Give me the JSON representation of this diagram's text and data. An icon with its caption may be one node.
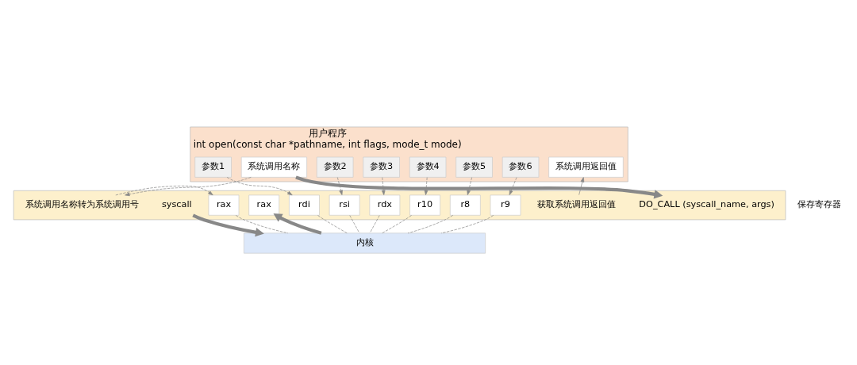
{
  "diagram": {
    "nodes": [
      {
        "text": [
          "用户程序",
          "int open(const char *pathname, int flags, mode_t mode)"
        ]
      },
      {
        "text": [
          "系统调用名称"
        ],
        "in": 0
      },
      {
        "text": [
          "参数1"
        ],
        "in": 0
      },
      {
        "text": [
          "参数2"
        ],
        "in": 0
      },
      {
        "text": [
          "参数3"
        ],
        "in": 0
      },
      {
        "text": [
          "参数4"
        ],
        "in": 0
      },
      {
        "text": [
          "参数5"
        ],
        "in": 0
      },
      {
        "text": [
          "参数6"
        ],
        "in": 0
      },
      {
        "text": [
          "系统调用返回值"
        ],
        "in": 0
      },
      {
        "text": [],
        "shape": "box"
      },
      {
        "text": [
          "DO_CALL (syscall_name, args)"
        ],
        "in": 9
      },
      {
        "text": [
          "rdi"
        ],
        "in": 9
      },
      {
        "text": [
          "rsi"
        ],
        "in": 9
      },
      {
        "text": [
          "rdx"
        ],
        "in": 9
      },
      {
        "text": [
          "r10"
        ],
        "in": 9
      },
      {
        "text": [
          "r8"
        ],
        "in": 9
      },
      {
        "text": [
          "r9"
        ],
        "in": 9
      },
      {
        "text": [
          "系统调用名称转为系统调用号"
        ],
        "in": 9
      },
      {
        "text": [
          "rax"
        ],
        "in": 9
      },
      {
        "text": [
          "获取系统调用返回值"
        ],
        "in": 9
      },
      {
        "text": [
          "rax"
        ],
        "in": 9
      },
      {
        "text": [
          "syscall"
        ],
        "in": 9
      },
      {
        "text": [
          "内核"
        ]
      }
    ],
    "edges": [
      {
        "from": 1,
        "to": 10,
        "arrow": "to",
        "style": "thick"
      },
      {
        "from": 1,
        "to": 17,
        "arrow": "to",
        "style": "dashed"
      },
      {
        "from": 2,
        "to": 11,
        "arrow": "to",
        "style": "dashed"
      },
      {
        "from": 3,
        "to": 12,
        "arrow": "to",
        "style": "dashed"
      },
      {
        "from": 4,
        "to": 13,
        "arrow": "to",
        "style": "dashed"
      },
      {
        "from": 5,
        "to": 14,
        "arrow": "to",
        "style": "dashed"
      },
      {
        "from": 6,
        "to": 15,
        "arrow": "to",
        "style": "dashed"
      },
      {
        "from": 7,
        "to": 16,
        "arrow": "to",
        "style": "dashed"
      },
      {
        "from": 17,
        "to": 18,
        "arrow": "to",
        "style": "dashed"
      },
      {
        "from": 19,
        "to": 8,
        "arrow": "to"
      },
      {
        "from": 11,
        "to": 22,
        "arrow": "none",
        "style": "dashed"
      },
      {
        "from": 12,
        "to": 22,
        "arrow": "none",
        "style": "dashed"
      },
      {
        "from": 13,
        "to": 22,
        "arrow": "none",
        "style": "dashed"
      },
      {
        "from": 14,
        "to": 22,
        "arrow": "none",
        "style": "dashed"
      },
      {
        "from": 15,
        "to": 22,
        "arrow": "none",
        "style": "dashed"
      },
      {
        "from": 16,
        "to": 22,
        "arrow": "none",
        "style": "dashed"
      },
      {
        "from": 18,
        "to": 22,
        "arrow": "none",
        "style": "dashed"
      },
      {
        "from": 21,
        "to": 22,
        "arrow": "to",
        "style": "thick"
      },
      {
        "from": 22,
        "to": 20,
        "arrow": "to",
        "style": "thick"
      }
    ],
    "labels": [
      "保存寄存器"
    ]
  }
}
